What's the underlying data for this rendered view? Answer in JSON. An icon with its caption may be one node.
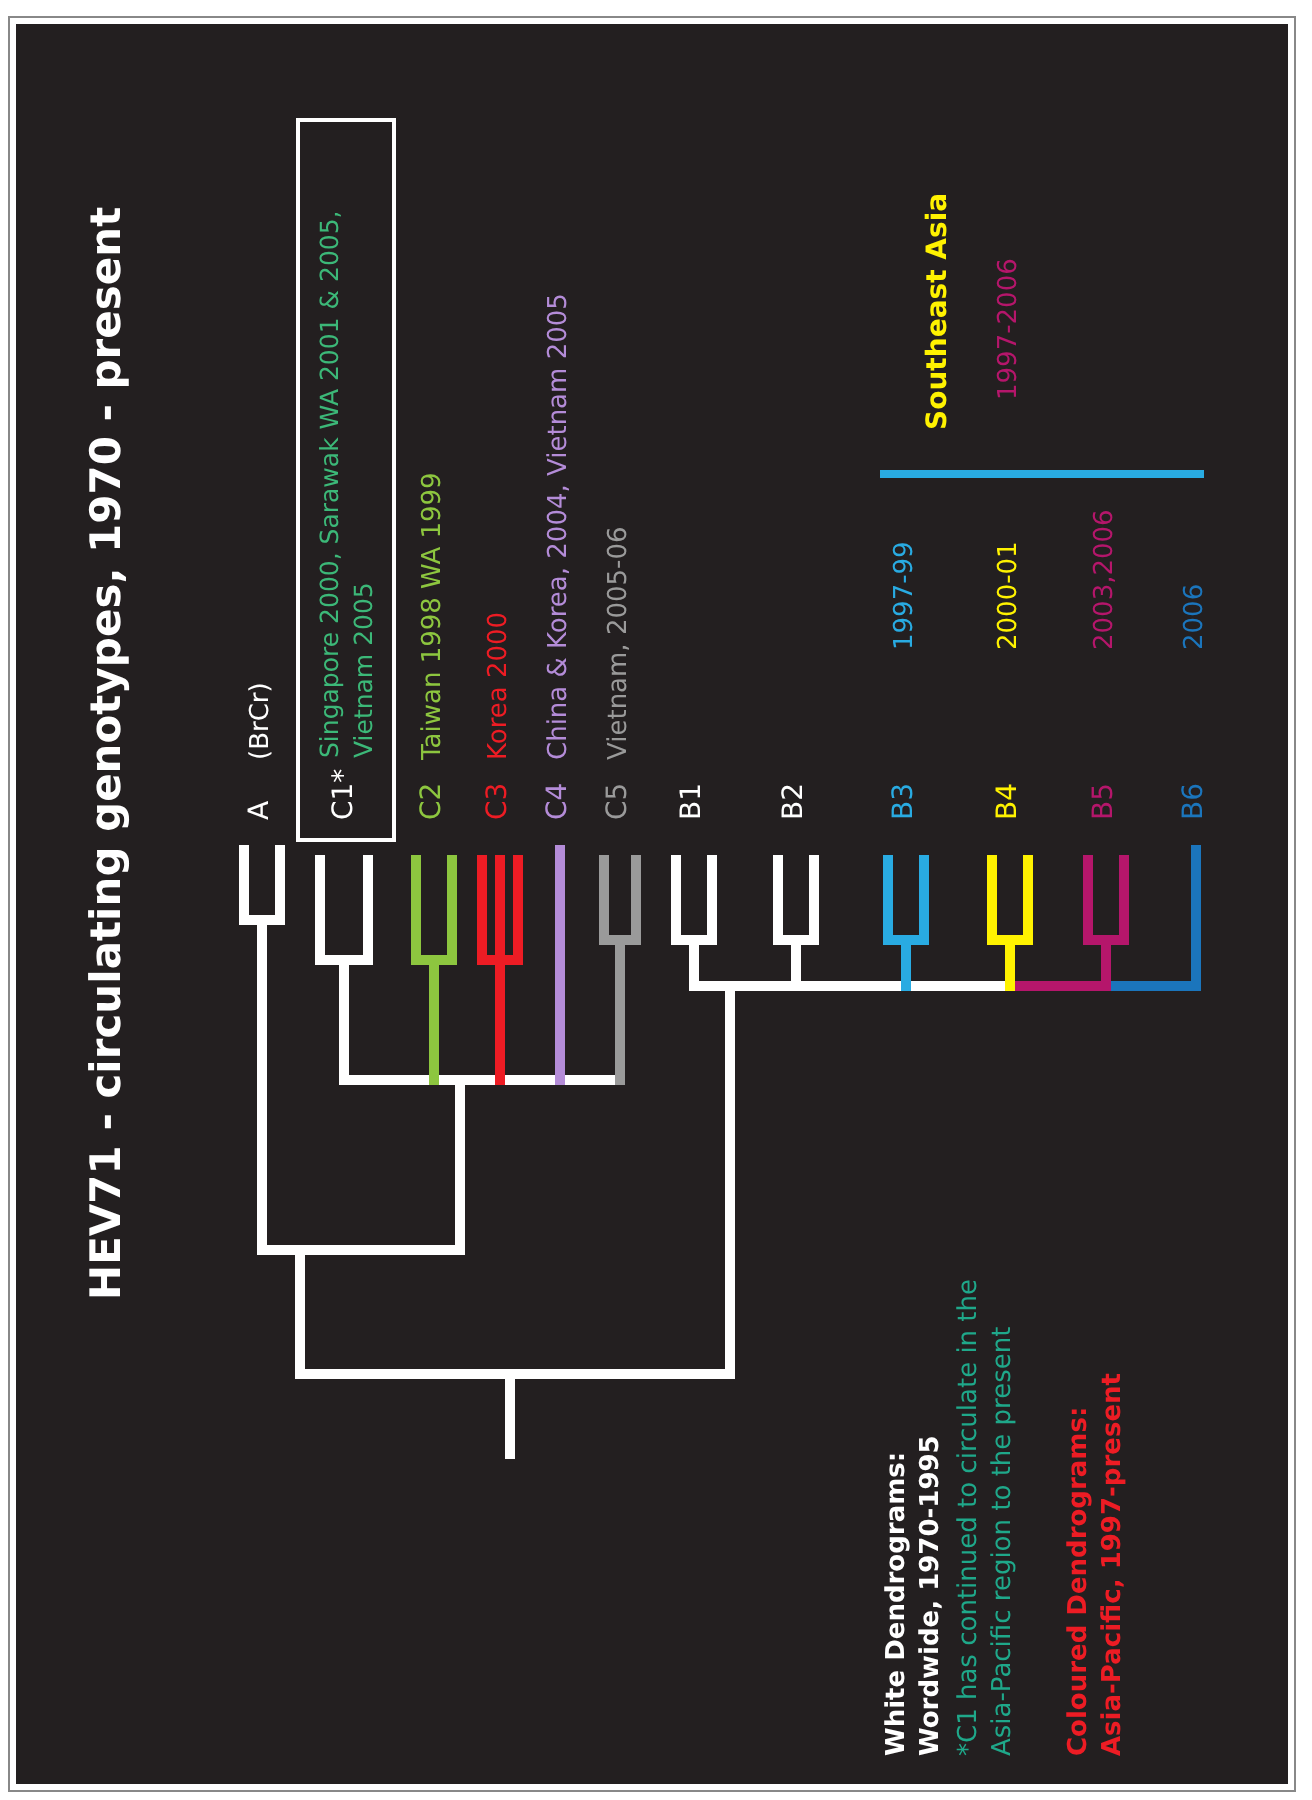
{
  "diagram": {
    "title": "HEV71 - circulating genotypes, 1970 - present",
    "nodes": [
      {
        "text": [
          "C1*",
          "Singapore 2000, Sarawak WA 2001 & 2005, Vietnam 2005"
        ]
      }
    ],
    "labels": [
      "A",
      "(BrCr)",
      "C2",
      "Taiwan 1998 WA 1999",
      "C3",
      "Korea 2000",
      "C4",
      "China & Korea, 2004, Vietnam 2005",
      "C5",
      "Vietnam, 2005-06",
      "B1",
      "B2",
      "B3",
      "1997-99",
      "Southeast Asia",
      "1997-2006",
      "B4",
      "2000-01",
      "B5",
      "2003,2006",
      "B6",
      "2006",
      "White Dendrograms: Wordwide, 1970-1995",
      "*C1 has continued to circulate in the Asia-Pacific region to the present",
      "Coloured Dendrograms: Asia-Pacific, 1997-present"
    ]
  }
}
